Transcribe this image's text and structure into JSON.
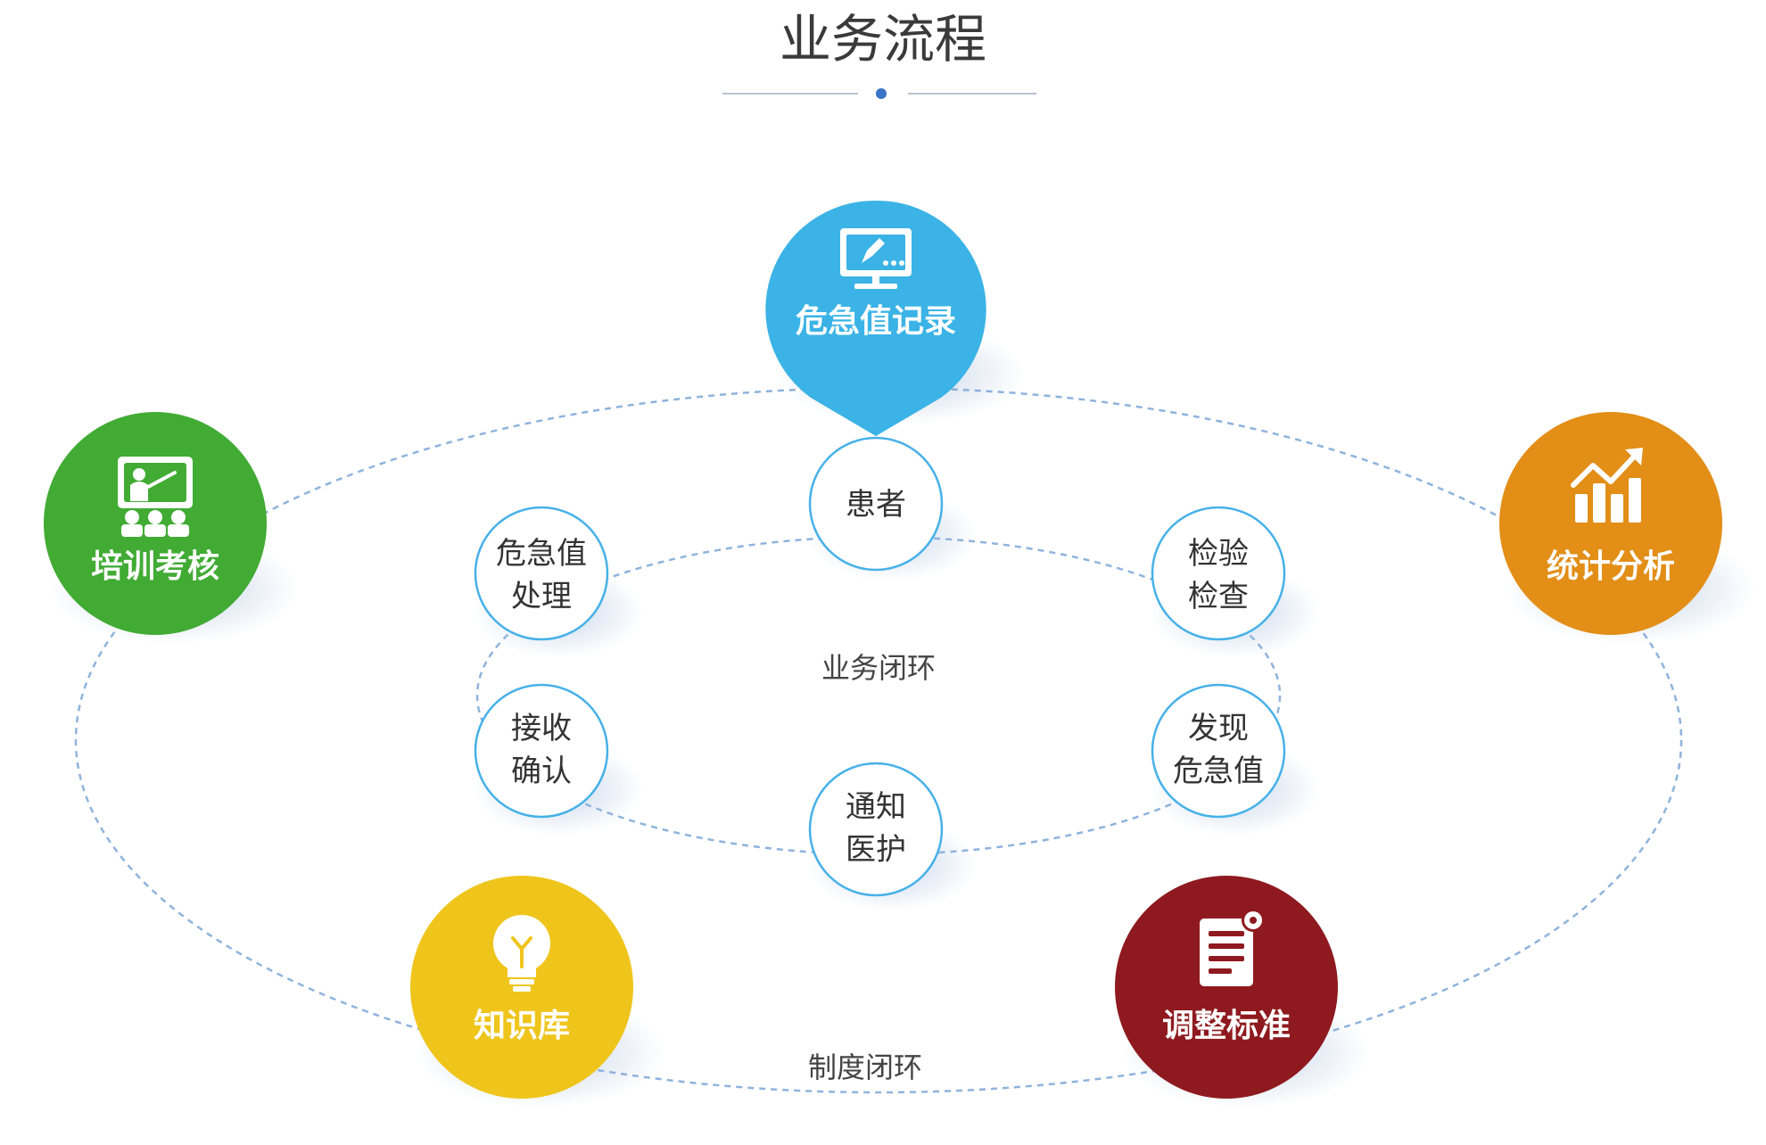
{
  "page": {
    "title": "业务流程"
  },
  "colors": {
    "blue": "#3bb3e6",
    "green": "#41ab34",
    "orange": "#e28e17",
    "yellow": "#efc51c",
    "maroon": "#8e1a1f",
    "dashed": "#8fb3dc",
    "title_dot": "#3a73c7"
  },
  "record": {
    "label": "危急值记录",
    "icon": "monitor-pen-icon"
  },
  "business_loop": {
    "label": "业务闭环",
    "nodes": [
      {
        "id": "patient",
        "lines": [
          "患者"
        ]
      },
      {
        "id": "inspection",
        "lines": [
          "检验",
          "检查"
        ]
      },
      {
        "id": "discover",
        "lines": [
          "发现",
          "危急值"
        ]
      },
      {
        "id": "notify",
        "lines": [
          "通知",
          "医护"
        ]
      },
      {
        "id": "confirm",
        "lines": [
          "接收",
          "确认"
        ]
      },
      {
        "id": "handle",
        "lines": [
          "危急值",
          "处理"
        ]
      }
    ]
  },
  "system_loop": {
    "label": "制度闭环",
    "nodes": [
      {
        "id": "training",
        "label": "培训考核",
        "icon": "teacher-board-icon"
      },
      {
        "id": "statistics",
        "label": "统计分析",
        "icon": "bar-chart-up-icon"
      },
      {
        "id": "standards",
        "label": "调整标准",
        "icon": "document-gear-icon"
      },
      {
        "id": "knowledge",
        "label": "知识库",
        "icon": "lightbulb-icon"
      }
    ]
  }
}
